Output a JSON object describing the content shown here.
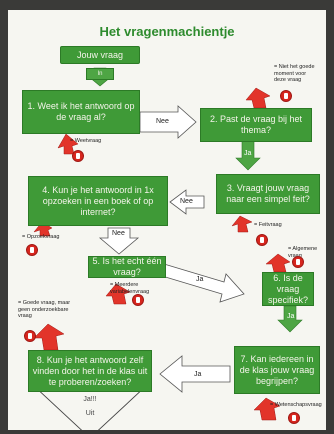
{
  "title": "Het vragenmachientje",
  "start": "Jouw vraag",
  "start_in": "In",
  "questions": {
    "q1": "1. Weet ik het antwoord op de vraag al?",
    "q2": "2. Past de vraag bij het thema?",
    "q3": "3. Vraagt jouw vraag naar een simpel feit?",
    "q4": "4. Kun je het antwoord in 1x opzoeken in een boek of op internet?",
    "q5": "5. Is het echt één vraag?",
    "q6": "6. Is de vraag specifiek?",
    "q7": "7. Kan iedereen in de klas jouw vraag begrijpen?",
    "q8": "8. Kun je het antwoord zelf vinden door het in de klas uit te proberen/zoeken?"
  },
  "arrow_labels": {
    "nee_1_2": "Nee",
    "ja_2_3": "Ja",
    "nee_3_4": "Nee",
    "nee_4_5": "Nee",
    "ja_5_6": "Ja",
    "ja_6_7": "Ja",
    "ja_7_8": "Ja"
  },
  "exit_notes": {
    "q1": "= Weetvraag",
    "q2": "= Niet het goede moment voor deze vraag",
    "q3": "= Feitvraag",
    "q4": "= Opzoekvraag",
    "q5": "= Meerdere variabelenvraag",
    "q6": "= Algemene vraag",
    "q7": "= Wetenschapsvraag",
    "q8": "= Goede vraag, maar geen onderzoekbare vraag"
  },
  "end": {
    "yes": "Ja!!!",
    "out": "Uit"
  },
  "colors": {
    "box_green": "#3f9a37",
    "exit_red": "#d7261e",
    "title_green": "#2e8b2e"
  }
}
